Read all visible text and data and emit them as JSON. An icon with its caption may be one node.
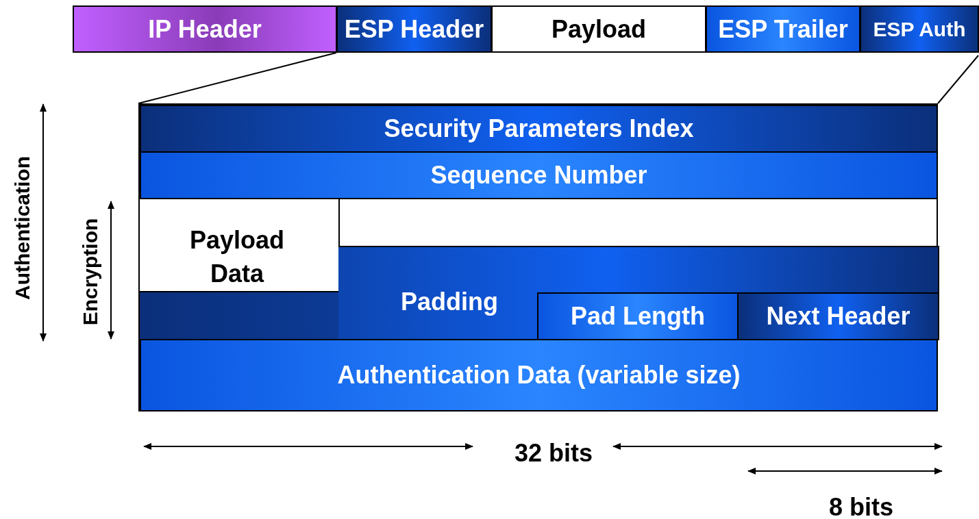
{
  "diagram": {
    "nodes": [
      {
        "text": [
          "IP Header"
        ]
      },
      {
        "text": [
          "ESP Header"
        ]
      },
      {
        "text": [
          "Payload"
        ]
      },
      {
        "text": [
          "ESP Trailer"
        ]
      },
      {
        "text": [
          "ESP Auth"
        ]
      },
      {
        "text": [],
        "shape": "box"
      },
      {
        "text": [
          "Security Parameters Index"
        ],
        "in": 5
      },
      {
        "text": [
          "Sequence Number"
        ],
        "in": 5
      },
      {
        "text": [
          "Payload Data"
        ],
        "in": 5
      },
      {
        "text": [
          "Padding"
        ],
        "in": 5
      },
      {
        "text": [
          "Pad Length"
        ],
        "in": 9
      },
      {
        "text": [
          "Next Header"
        ],
        "in": 9
      },
      {
        "text": [
          "Authentication Data (variable size)"
        ],
        "in": 5
      }
    ],
    "edges": [
      {
        "from": 1,
        "to": 5,
        "arrow": "none"
      },
      {
        "from": 4,
        "to": 5,
        "arrow": "none"
      }
    ],
    "labels": [
      "Authentication",
      "Encryption",
      "32 bits",
      "8 bits"
    ]
  }
}
